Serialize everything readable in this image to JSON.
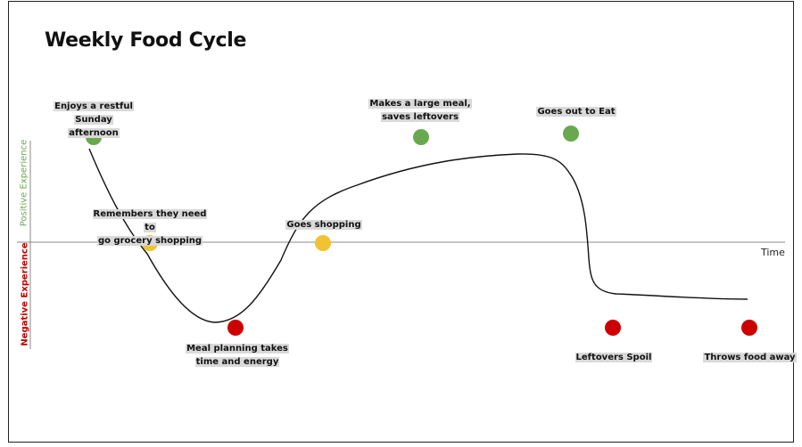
{
  "title": "Weekly Food Cycle",
  "axes": {
    "positive_label": "Positive Experience",
    "negative_label": "Negative Experience",
    "time_label": "Time"
  },
  "colors": {
    "positive": "#6aa84f",
    "neutral": "#f1c232",
    "negative": "#cc0000",
    "curve": "#111111",
    "axis": "#888888"
  },
  "events": [
    {
      "label": "Enjoys a restful Sunday afternoon",
      "sentiment": "positive"
    },
    {
      "label": "Remembers they need to go grocery shopping",
      "sentiment": "neutral"
    },
    {
      "label": "Meal planning takes time and energy",
      "sentiment": "negative"
    },
    {
      "label": "Goes shopping",
      "sentiment": "neutral"
    },
    {
      "label": "Makes a large meal, saves leftovers",
      "sentiment": "positive"
    },
    {
      "label": "Goes out to Eat",
      "sentiment": "positive"
    },
    {
      "label": "Leftovers Spoil",
      "sentiment": "negative"
    },
    {
      "label": "Throws food away",
      "sentiment": "negative"
    }
  ],
  "labels": {
    "e1_line1": "Enjoys a restful",
    "e1_line2": "Sunday afternoon",
    "e2_line1": "Remembers they need to",
    "e2_line2": "go grocery shopping",
    "e3_line1": "Meal planning takes",
    "e3_line2": "time and energy",
    "e4_line1": "Goes shopping",
    "e5_line1": "Makes a large meal,",
    "e5_line2": "saves leftovers",
    "e6_line1": "Goes out to Eat",
    "e7_line1": "Leftovers Spoil",
    "e8_line1": "Throws food away"
  }
}
